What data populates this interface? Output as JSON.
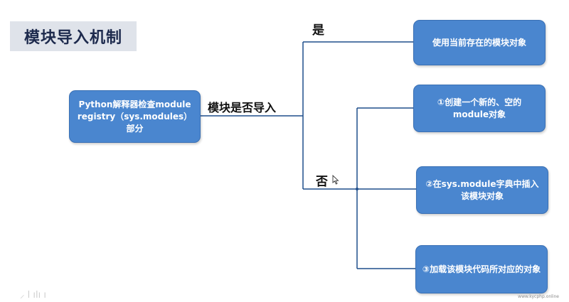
{
  "title": "模块导入机制",
  "source_node": "Python解释器检查module registry（sys.modules）部分",
  "question_label": "模块是否导入",
  "yes_label": "是",
  "no_label": "否",
  "yes_node": "使用当前存在的模块对象",
  "no_steps": [
    "①创建一个新的、空的module对象",
    "②在sys.module字典中插入该模块对象",
    "③加载该模块代码所对应的对象"
  ],
  "watermark": "www.kycphp.online",
  "corner_marks": "⸝ l ılı ı",
  "colors": {
    "node_fill": "#4a86cf",
    "line": "#1f4e8c",
    "title_bg": "#dfe3ea"
  },
  "icons": [
    "mouse-cursor-icon"
  ]
}
